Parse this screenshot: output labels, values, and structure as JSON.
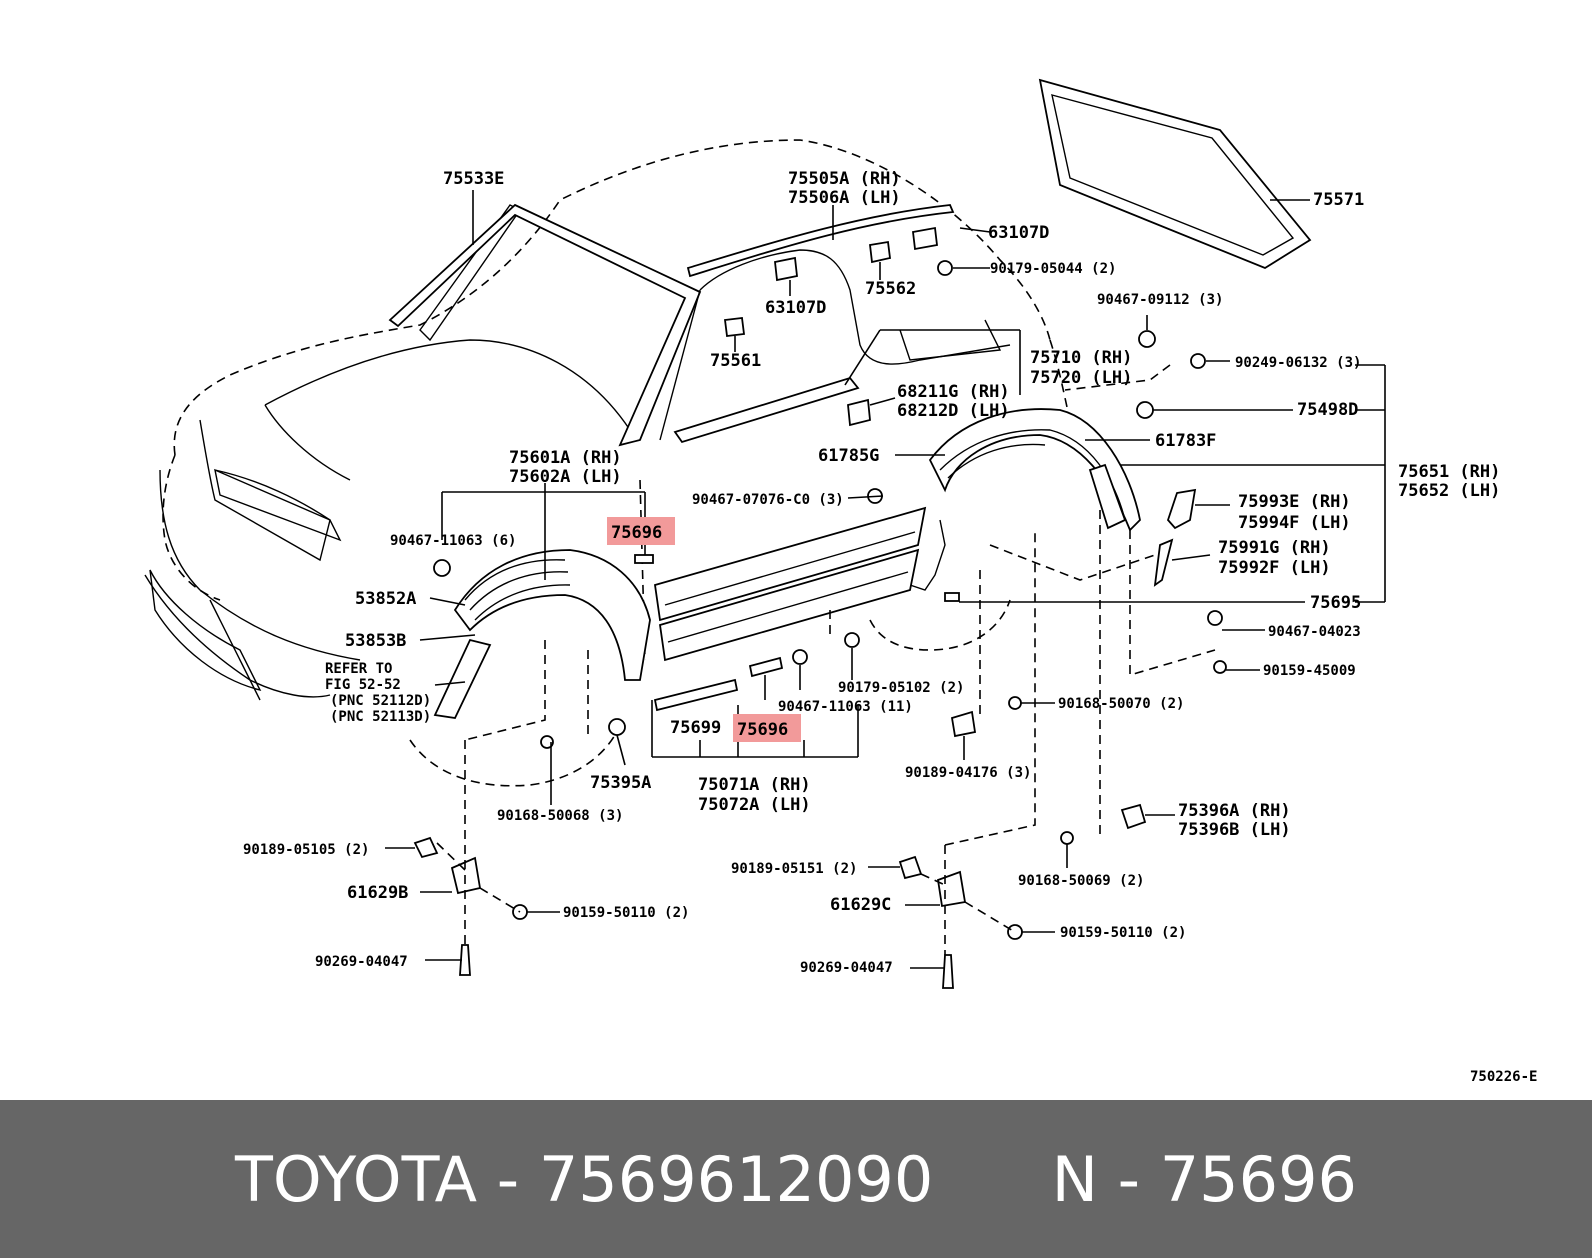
{
  "diagram": {
    "code": "750226-E",
    "highlight_color": "#f29a9a",
    "labels": [
      "75533E",
      "75505A (RH)",
      "75506A (LH)",
      "63107D",
      "75571",
      "90179-05044 (2)",
      "75562",
      "63107D",
      "75561",
      "90467-09112 (3)",
      "90249-06132 (3)",
      "75710 (RH)",
      "75720 (LH)",
      "68211G (RH)",
      "68212D (LH)",
      "75498D",
      "61783F",
      "61785G",
      "75601A (RH)",
      "75602A (LH)",
      "75651 (RH)",
      "75652 (LH)",
      "90467-07076-C0 (3)",
      "75993E (RH)",
      "75994F (LH)",
      "90467-11063 (6)",
      "75696",
      "75991G (RH)",
      "75992F (LH)",
      "53852A",
      "75695",
      "53853B",
      "90467-04023",
      "REFER TO",
      "FIG 52-52",
      "(PNC 52112D)",
      "(PNC 52113D)",
      "90179-05102 (2)",
      "90159-45009",
      "90467-11063 (11)",
      "90168-50070 (2)",
      "75699",
      "75696",
      "75395A",
      "75071A (RH)",
      "75072A (LH)",
      "90189-04176 (3)",
      "90168-50068 (3)",
      "75396A (RH)",
      "75396B (LH)",
      "90189-05105 (2)",
      "90189-05151 (2)",
      "90168-50069 (2)",
      "61629B",
      "90159-50110 (2)",
      "61629C",
      "90159-50110 (2)",
      "90269-04047",
      "90269-04047"
    ]
  },
  "footer": {
    "background": "#666666",
    "text": "TOYOTA - 7569612090      N - 75696"
  }
}
